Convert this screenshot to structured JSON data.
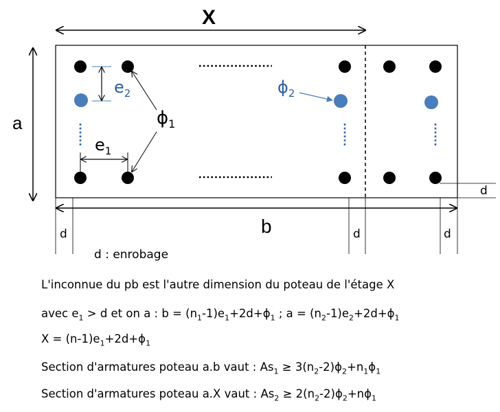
{
  "diagram": {
    "label_x": "X",
    "label_a": "a",
    "label_b": "b",
    "label_e": "e",
    "label_phi": "ϕ",
    "sub_1": "1",
    "sub_2": "2",
    "label_d": "d",
    "legend_d": "d : enrobage",
    "colors": {
      "black_rebar": "#000000",
      "blue_rebar": "#4a7ebb",
      "blue_text": "#2f5f9f"
    }
  },
  "notes": {
    "line1": "L'inconnue du pb est l'autre dimension du poteau de l'étage X",
    "line2": {
      "t1": "avec e",
      "s1": "1",
      "t2": " > d et on a : b = (n",
      "s2": "1",
      "t3": "-1)e",
      "s3": "1",
      "t4": "+2d+ϕ",
      "s4": "1",
      "t5": " ; a = (n",
      "s5": "2",
      "t6": "-1)e",
      "s6": "2",
      "t7": "+2d+ϕ",
      "s7": "1"
    },
    "line3": {
      "t1": "X = (n-1)e",
      "s1": "1",
      "t2": "+2d+ϕ",
      "s2": "1"
    },
    "line4": {
      "t1": "Section d'armatures poteau a.b vaut : As",
      "s1": "1",
      "t2": " ≥ 3(n",
      "s2": "2",
      "t3": "-2)ϕ",
      "s3": "2",
      "t4": "+n",
      "s4": "1",
      "t5": "ϕ",
      "s5": "1"
    },
    "line5": {
      "t1": "Section d'armatures poteau a.X vaut : As",
      "s1": "2",
      "t2": " ≥ 2(n",
      "s2": "2",
      "t3": "-2)ϕ",
      "s3": "2",
      "t4": "+nϕ",
      "s4": "1"
    }
  }
}
